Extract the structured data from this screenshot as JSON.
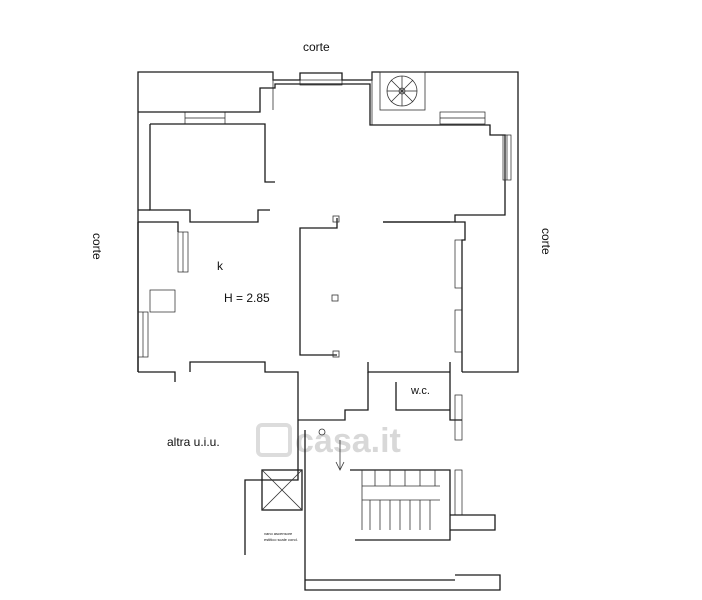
{
  "labels": {
    "court_top": "corte",
    "court_left": "corte",
    "court_right": "corte",
    "room_k": "k",
    "height": "H = 2.85",
    "wc": "w.c.",
    "other_unit": "altra u.i.u."
  },
  "small_text": {
    "note_line1": "vano ascensore",
    "note_line2": "estitico scale cond."
  },
  "watermark": "casa.it"
}
